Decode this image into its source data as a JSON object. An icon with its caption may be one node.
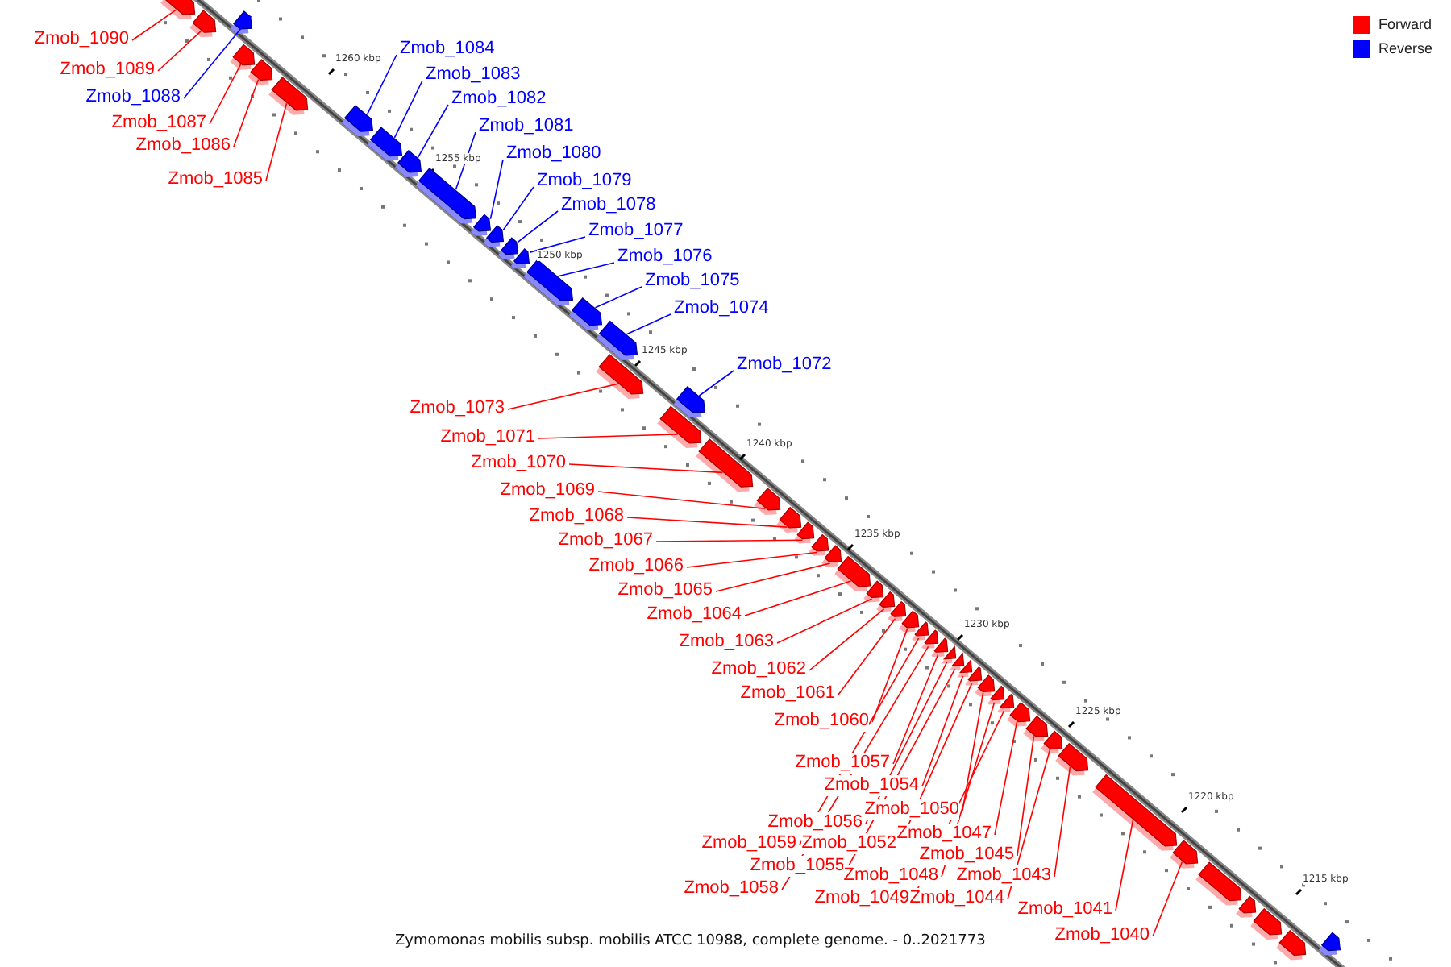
{
  "diagram": {
    "caption": "Zymomonas mobilis subsp. mobilis ATCC 10988, complete genome. - 0..2021773",
    "nodes": [
      {
        "text": [
          "Zmob_1090"
        ]
      },
      {
        "text": [
          "Zmob_1089"
        ]
      },
      {
        "text": [
          "Zmob_1088"
        ]
      },
      {
        "text": [
          "Zmob_1087"
        ]
      },
      {
        "text": [
          "Zmob_1086"
        ]
      },
      {
        "text": [
          "Zmob_1085"
        ]
      },
      {
        "text": [
          "Zmob_1084"
        ]
      },
      {
        "text": [
          "Zmob_1083"
        ]
      },
      {
        "text": [
          "Zmob_1082"
        ]
      },
      {
        "text": [
          "Zmob_1081"
        ]
      },
      {
        "text": [
          "Zmob_1080"
        ]
      },
      {
        "text": [
          "Zmob_1079"
        ]
      },
      {
        "text": [
          "Zmob_1078"
        ]
      },
      {
        "text": [
          "Zmob_1077"
        ]
      },
      {
        "text": [
          "Zmob_1076"
        ]
      },
      {
        "text": [
          "Zmob_1075"
        ]
      },
      {
        "text": [
          "Zmob_1074"
        ]
      },
      {
        "text": [
          "Zmob_1072"
        ]
      },
      {
        "text": [
          "Zmob_1073"
        ]
      },
      {
        "text": [
          "Zmob_1071"
        ]
      },
      {
        "text": [
          "Zmob_1070"
        ]
      },
      {
        "text": [
          "Zmob_1069"
        ]
      },
      {
        "text": [
          "Zmob_1068"
        ]
      },
      {
        "text": [
          "Zmob_1067"
        ]
      },
      {
        "text": [
          "Zmob_1066"
        ]
      },
      {
        "text": [
          "Zmob_1065"
        ]
      },
      {
        "text": [
          "Zmob_1064"
        ]
      },
      {
        "text": [
          "Zmob_1063"
        ]
      },
      {
        "text": [
          "Zmob_1062"
        ]
      },
      {
        "text": [
          "Zmob_1061"
        ]
      },
      {
        "text": [
          "Zmob_1060"
        ]
      },
      {
        "text": [
          "Zmob_1057"
        ]
      },
      {
        "text": [
          "Zmob_1054"
        ]
      },
      {
        "text": [
          "Zmob_1050"
        ]
      },
      {
        "text": [
          "Zmob_1056"
        ]
      },
      {
        "text": [
          "Zmob_1047"
        ]
      },
      {
        "text": [
          "Zmob_1059"
        ]
      },
      {
        "text": [
          "Zmob_1052"
        ]
      },
      {
        "text": [
          "Zmob_1045"
        ]
      },
      {
        "text": [
          "Zmob_1055"
        ]
      },
      {
        "text": [
          "Zmob_1048"
        ]
      },
      {
        "text": [
          "Zmob_1043"
        ]
      },
      {
        "text": [
          "Zmob_1058"
        ]
      },
      {
        "text": [
          "Zmob_1049"
        ]
      },
      {
        "text": [
          "Zmob_1044"
        ]
      },
      {
        "text": [
          "Zmob_1041"
        ]
      },
      {
        "text": [
          "Zmob_1040"
        ]
      },
      {
        "text": [],
        "shape": "bar"
      },
      {
        "text": [],
        "shape": "bar"
      },
      {
        "text": [],
        "shape": "bar"
      },
      {
        "text": [],
        "shape": "bar"
      },
      {
        "text": [],
        "shape": "bar"
      },
      {
        "text": [],
        "shape": "bar"
      },
      {
        "text": [],
        "shape": "bar"
      },
      {
        "text": [],
        "shape": "bar"
      },
      {
        "text": [],
        "shape": "bar"
      },
      {
        "text": [],
        "shape": "bar"
      },
      {
        "text": [],
        "shape": "bar"
      },
      {
        "text": [],
        "shape": "bar"
      },
      {
        "text": [],
        "shape": "bar"
      },
      {
        "text": [],
        "shape": "bar"
      },
      {
        "text": [],
        "shape": "bar"
      },
      {
        "text": [],
        "shape": "bar"
      },
      {
        "text": [],
        "shape": "bar"
      },
      {
        "text": [],
        "shape": "bar"
      },
      {
        "text": [],
        "shape": "bar"
      },
      {
        "text": [],
        "shape": "bar"
      },
      {
        "text": [],
        "shape": "bar"
      },
      {
        "text": [],
        "shape": "bar"
      },
      {
        "text": [],
        "shape": "bar"
      },
      {
        "text": [],
        "shape": "bar"
      },
      {
        "text": [],
        "shape": "bar"
      },
      {
        "text": [],
        "shape": "bar"
      },
      {
        "text": [],
        "shape": "bar"
      },
      {
        "text": [],
        "shape": "bar"
      },
      {
        "text": [],
        "shape": "bar"
      },
      {
        "text": [],
        "shape": "bar"
      },
      {
        "text": [],
        "shape": "bar"
      },
      {
        "text": [],
        "shape": "bar"
      },
      {
        "text": [],
        "shape": "bar"
      },
      {
        "text": [],
        "shape": "bar"
      },
      {
        "text": [],
        "shape": "bar"
      },
      {
        "text": [],
        "shape": "bar"
      },
      {
        "text": [],
        "shape": "bar"
      },
      {
        "text": [],
        "shape": "bar"
      },
      {
        "text": [],
        "shape": "bar"
      },
      {
        "text": [],
        "shape": "bar"
      },
      {
        "text": [],
        "shape": "bar"
      },
      {
        "text": [],
        "shape": "bar"
      },
      {
        "text": [],
        "shape": "bar"
      },
      {
        "text": [],
        "shape": "bar"
      },
      {
        "text": [],
        "shape": "bar"
      },
      {
        "text": [],
        "shape": "bar"
      },
      {
        "text": [],
        "shape": "bar"
      },
      {
        "text": [],
        "shape": "bar"
      },
      {
        "text": [],
        "shape": "bar"
      },
      {
        "text": [],
        "shape": "bar"
      },
      {
        "text": [],
        "shape": "bar"
      },
      {
        "text": [],
        "shape": "bar"
      }
    ],
    "edges": [
      {
        "from": 0,
        "to": 47,
        "arrow": "none"
      },
      {
        "from": 1,
        "to": 48,
        "arrow": "none"
      },
      {
        "from": 2,
        "to": 49,
        "arrow": "none",
        "color": "#0000ff"
      },
      {
        "from": 3,
        "to": 50,
        "arrow": "none"
      },
      {
        "from": 4,
        "to": 51,
        "arrow": "none"
      },
      {
        "from": 5,
        "to": 52,
        "arrow": "none"
      },
      {
        "from": 6,
        "to": 53,
        "arrow": "none",
        "color": "#0000ff"
      },
      {
        "from": 7,
        "to": 54,
        "arrow": "none",
        "color": "#0000ff"
      },
      {
        "from": 8,
        "to": 55,
        "arrow": "none",
        "color": "#0000ff"
      },
      {
        "from": 9,
        "to": 56,
        "arrow": "none",
        "color": "#0000ff"
      },
      {
        "from": 10,
        "to": 57,
        "arrow": "none",
        "color": "#0000ff"
      },
      {
        "from": 11,
        "to": 58,
        "arrow": "none",
        "color": "#0000ff"
      },
      {
        "from": 12,
        "to": 59,
        "arrow": "none",
        "color": "#0000ff"
      },
      {
        "from": 13,
        "to": 60,
        "arrow": "none",
        "color": "#0000ff"
      },
      {
        "from": 14,
        "to": 61,
        "arrow": "none",
        "color": "#0000ff"
      },
      {
        "from": 15,
        "to": 62,
        "arrow": "none",
        "color": "#0000ff"
      },
      {
        "from": 16,
        "to": 63,
        "arrow": "none",
        "color": "#0000ff"
      },
      {
        "from": 17,
        "to": 65,
        "arrow": "none",
        "color": "#0000ff"
      },
      {
        "from": 18,
        "to": 64,
        "arrow": "none"
      },
      {
        "from": 19,
        "to": 66,
        "arrow": "none"
      },
      {
        "from": 20,
        "to": 67,
        "arrow": "none"
      },
      {
        "from": 21,
        "to": 68,
        "arrow": "none"
      },
      {
        "from": 22,
        "to": 69,
        "arrow": "none"
      },
      {
        "from": 23,
        "to": 70,
        "arrow": "none"
      },
      {
        "from": 24,
        "to": 71,
        "arrow": "none"
      },
      {
        "from": 25,
        "to": 72,
        "arrow": "none"
      },
      {
        "from": 26,
        "to": 73,
        "arrow": "none"
      },
      {
        "from": 27,
        "to": 74,
        "arrow": "none"
      },
      {
        "from": 28,
        "to": 75,
        "arrow": "none"
      },
      {
        "from": 29,
        "to": 76,
        "arrow": "none"
      },
      {
        "from": 30,
        "to": 77,
        "arrow": "none"
      },
      {
        "from": 31,
        "to": 80,
        "arrow": "none"
      },
      {
        "from": 32,
        "to": 83,
        "arrow": "none"
      },
      {
        "from": 33,
        "to": 85,
        "arrow": "none"
      },
      {
        "from": 34,
        "to": 81,
        "arrow": "none"
      },
      {
        "from": 35,
        "to": 88,
        "arrow": "none"
      },
      {
        "from": 36,
        "to": 78,
        "arrow": "none"
      },
      {
        "from": 37,
        "to": 84,
        "arrow": "none"
      },
      {
        "from": 38,
        "to": 89,
        "arrow": "none"
      },
      {
        "from": 39,
        "to": 82,
        "arrow": "none"
      },
      {
        "from": 40,
        "to": 86,
        "arrow": "none"
      },
      {
        "from": 41,
        "to": 91,
        "arrow": "none"
      },
      {
        "from": 42,
        "to": 79,
        "arrow": "none"
      },
      {
        "from": 43,
        "to": 87,
        "arrow": "none"
      },
      {
        "from": 44,
        "to": 90,
        "arrow": "none"
      },
      {
        "from": 45,
        "to": 92,
        "arrow": "none"
      },
      {
        "from": 46,
        "to": 93,
        "arrow": "none"
      }
    ],
    "labels": [
      "1260 kbp",
      "1255 kbp",
      "1250 kbp",
      "1245 kbp",
      "1240 kbp",
      "1235 kbp",
      "1230 kbp",
      "1225 kbp",
      "1220 kbp",
      "1215 kbp"
    ],
    "legend": [
      {
        "text": "Forward",
        "color": "#ff0000"
      },
      {
        "text": "Reverse",
        "color": "#0000ff"
      }
    ]
  }
}
